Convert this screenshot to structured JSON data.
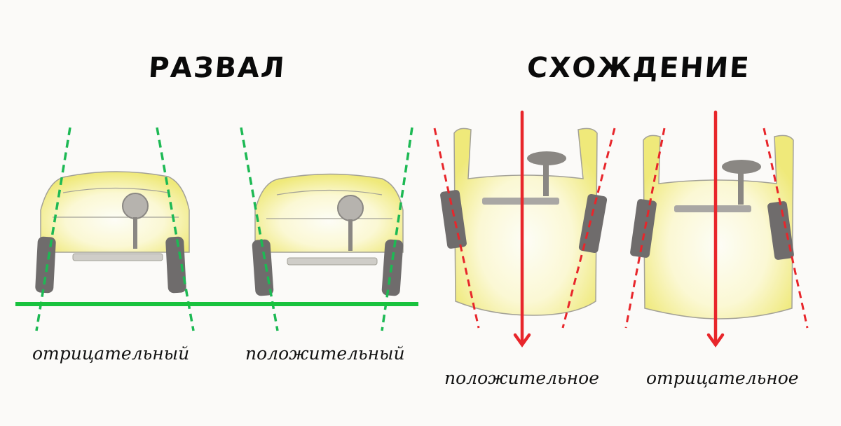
{
  "camber": {
    "title": "РАЗВАЛ",
    "diagrams": [
      {
        "id": "negative",
        "caption": "отрицательный"
      },
      {
        "id": "positive",
        "caption": "положительный"
      }
    ],
    "line_color": "#1db954",
    "ground_color": "#18c23e"
  },
  "toe": {
    "title": "СХОЖДЕНИЕ",
    "diagrams": [
      {
        "id": "positive",
        "caption": "положительное"
      },
      {
        "id": "negative",
        "caption": "отрицательное"
      }
    ],
    "line_color": "#e8262b",
    "arrow_color": "#e8262b"
  },
  "car_colors": {
    "body": "#f3ee8a",
    "outline": "#9a9a8e",
    "tire": "#6f6c6c"
  }
}
